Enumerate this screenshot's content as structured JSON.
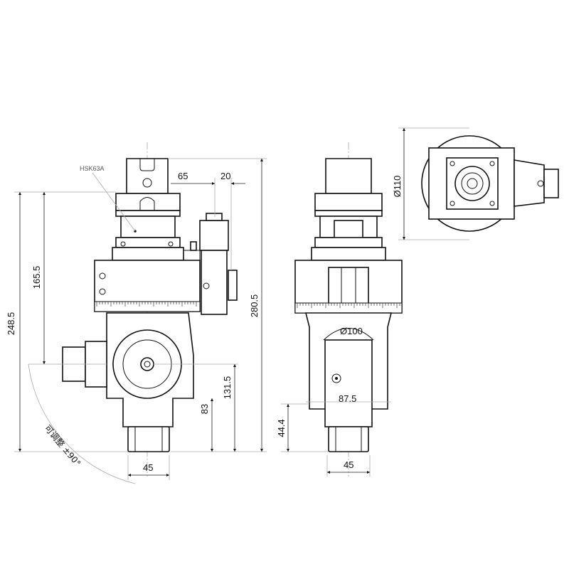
{
  "drawing": {
    "side_view": {
      "callout_label": "HSK63A",
      "dimensions": {
        "d65": "65",
        "d20": "20",
        "d165_5": "165.5",
        "d248_5": "248.5",
        "d280_5": "280.5",
        "d131_5": "131.5",
        "d83": "83",
        "d45": "45"
      },
      "rotation_note": "可调整 ±90°"
    },
    "front_view": {
      "dimensions": {
        "dia100": "Ø100",
        "d87_5": "87.5",
        "d44_4": "44.4",
        "d45": "45"
      }
    },
    "top_view": {
      "dimensions": {
        "dia110": "Ø110"
      }
    }
  }
}
